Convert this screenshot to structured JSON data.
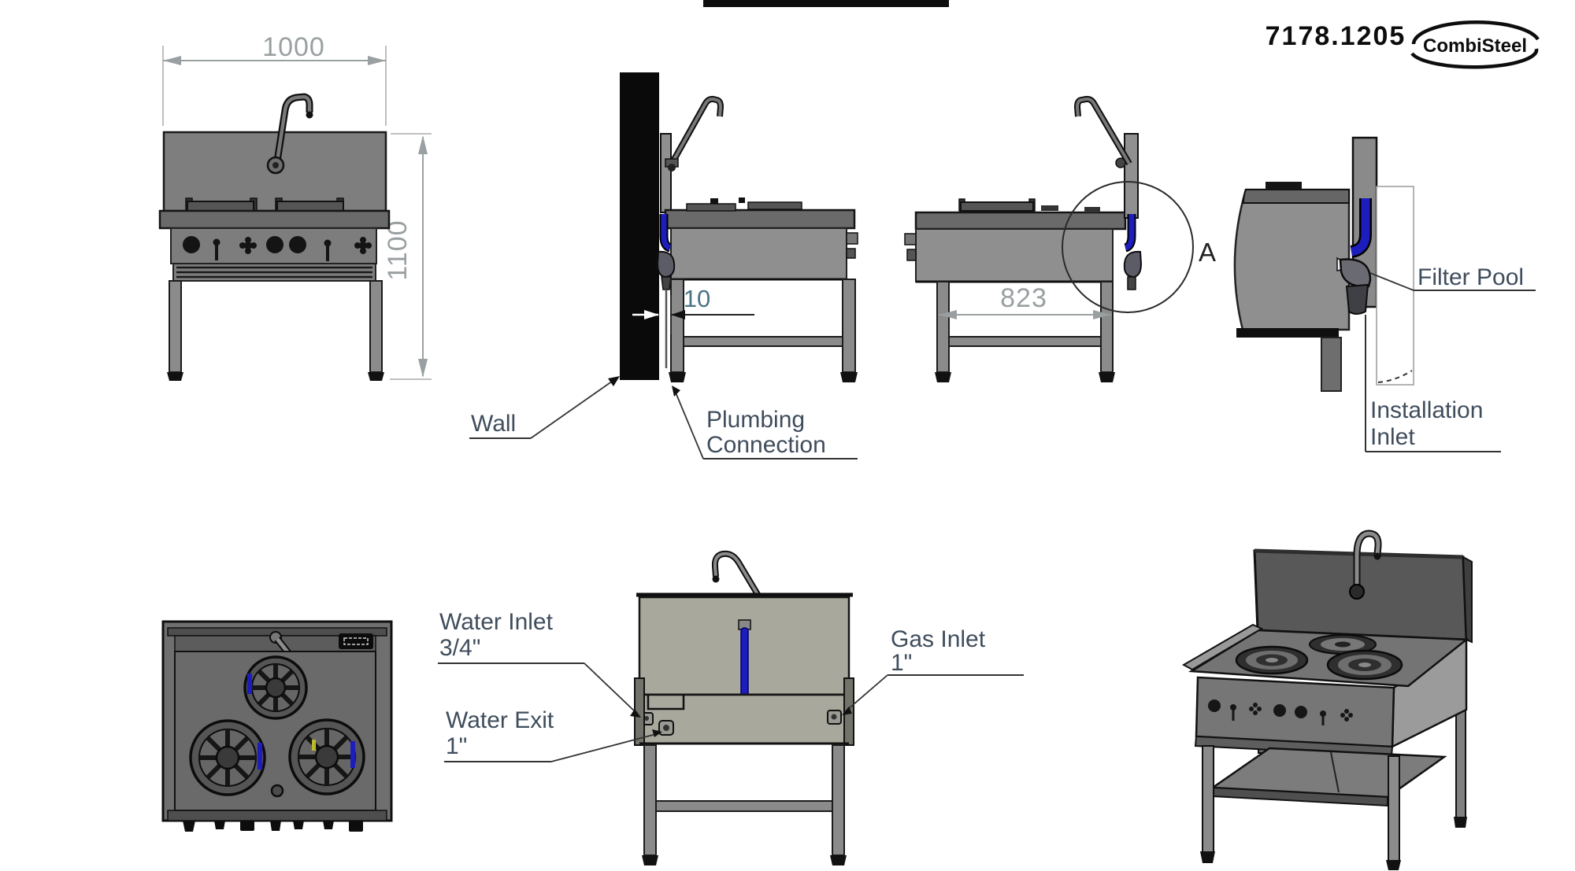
{
  "header": {
    "product_code": "7178.1205",
    "brand": "CombiSteel"
  },
  "front_view": {
    "dim_width": "1000",
    "dim_height": "1100"
  },
  "wall_view": {
    "wall_label": "Wall",
    "plumbing_label_line1": "Plumbing",
    "plumbing_label_line2": "Connection",
    "gap_dim": "10"
  },
  "depth_view": {
    "dim_depth": "823",
    "detail_ref": "A"
  },
  "detail_view": {
    "filter_pool_label": "Filter Pool",
    "installation_label_line1": "Installation",
    "installation_label_line2": "Inlet"
  },
  "rear_view": {
    "water_inlet_line1": "Water Inlet",
    "water_inlet_line2": "3/4\"",
    "water_exit_line1": "Water Exit",
    "water_exit_line2": "1\"",
    "gas_inlet_line1": "Gas Inlet",
    "gas_inlet_line2": "1\""
  },
  "colors": {
    "label_slate": "#3f4d5c",
    "dimension_gray": "#9aa0a2",
    "gap_teal": "#4a7383",
    "pipe_blue": "#1d1dbe",
    "body_gray": "#8f8f8f",
    "rear_panel_beige": "#a9a89c"
  }
}
